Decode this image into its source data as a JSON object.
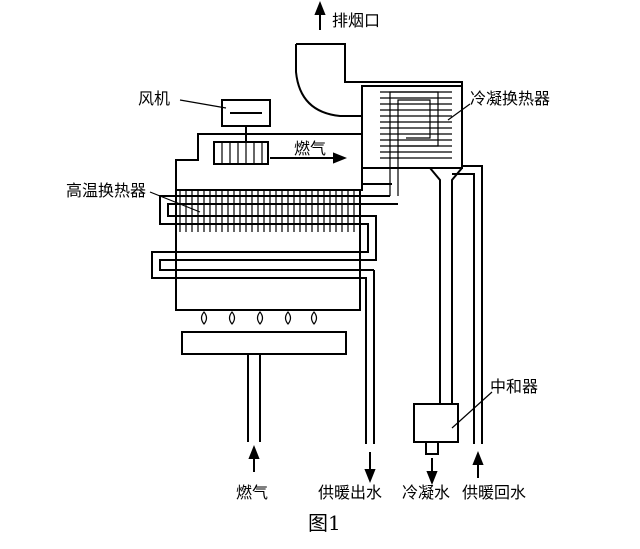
{
  "labels": {
    "exhaust": "排烟口",
    "fan": "风机",
    "condensing_hx": "冷凝换热器",
    "gas_flow": "燃气",
    "high_temp_hx": "高温换热器",
    "neutralizer": "中和器",
    "gas_inlet": "燃气",
    "heating_supply": "供暖出水",
    "condensate": "冷凝水",
    "heating_return": "供暖回水"
  },
  "caption": "图1"
}
